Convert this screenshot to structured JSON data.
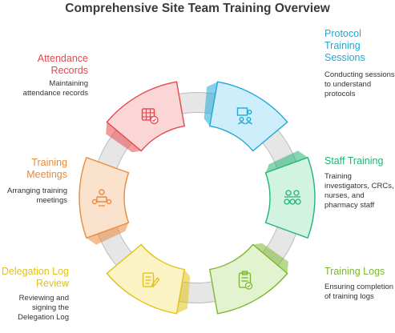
{
  "title": "Comprehensive Site Team Training Overview",
  "colors": {
    "ring": "#e6e6e6",
    "ring_stroke": "#bdbdbd",
    "protocol": "#20a9d5",
    "staff": "#22b573",
    "logs": "#7cb82f",
    "delegation": "#e2c21a",
    "meetings": "#e9893a",
    "attendance": "#e5484d"
  },
  "segments": [
    {
      "key": "protocol",
      "label": "Protocol Training Sessions",
      "label_lines": [
        "Protocol",
        "Training",
        "Sessions"
      ],
      "desc_lines": [
        "Conducting sessions",
        "to understand",
        "protocols"
      ],
      "icon": "presentation-icon",
      "color": "#20a9d5",
      "fill": "#cfeefb"
    },
    {
      "key": "staff",
      "label": "Staff Training",
      "label_lines": [
        "Staff Training"
      ],
      "desc_lines": [
        "Training",
        "investigators, CRCs,",
        "nurses, and",
        "pharmacy staff"
      ],
      "icon": "team-icon",
      "color": "#22b573",
      "fill": "#d2f3e2"
    },
    {
      "key": "logs",
      "label": "Training Logs",
      "label_lines": [
        "Training Logs"
      ],
      "desc_lines": [
        "Ensuring completion",
        "of training logs"
      ],
      "icon": "clipboard-check-icon",
      "color": "#7cb82f",
      "fill": "#e3f3cf"
    },
    {
      "key": "delegation",
      "label": "Delegation Log Review",
      "label_lines": [
        "Delegation Log",
        "Review"
      ],
      "desc_lines": [
        "Reviewing and",
        "signing the",
        "Delegation Log"
      ],
      "icon": "document-sign-icon",
      "color": "#e2c21a",
      "fill": "#fbf3c4"
    },
    {
      "key": "meetings",
      "label": "Training Meetings",
      "label_lines": [
        "Training",
        "Meetings"
      ],
      "desc_lines": [
        "Arranging training",
        "meetings"
      ],
      "icon": "meeting-icon",
      "color": "#e9893a",
      "fill": "#fbe2cd"
    },
    {
      "key": "attendance",
      "label": "Attendance Records",
      "label_lines": [
        "Attendance",
        "Records"
      ],
      "desc_lines": [
        "Maintaining",
        "attendance records"
      ],
      "icon": "calendar-check-icon",
      "color": "#e5484d",
      "fill": "#fbd6d6"
    }
  ]
}
